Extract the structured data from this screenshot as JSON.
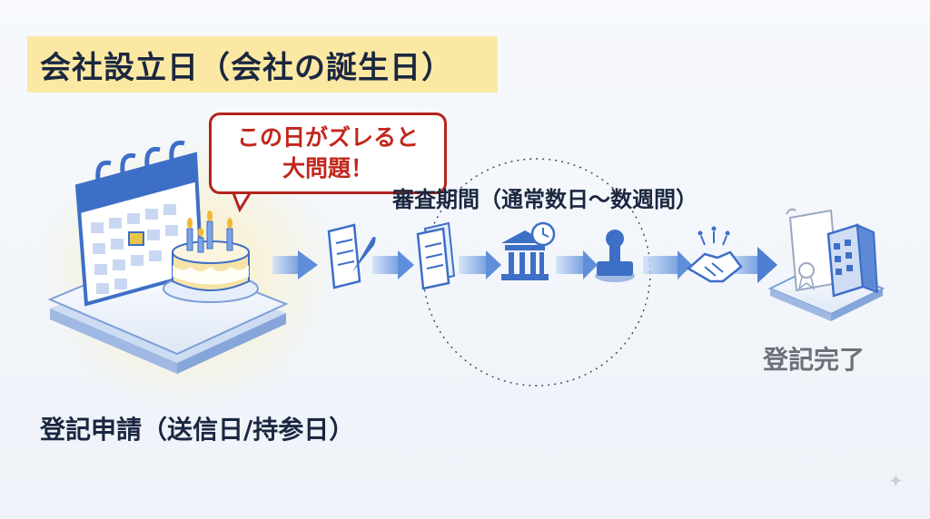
{
  "title": "会社設立日（会社の誕生日）",
  "callout": {
    "line1": "この日がズレると",
    "line2": "大問題！"
  },
  "review_period_label": "審査期間（通常数日〜数週間）",
  "application_label": "登記申請（送信日/持参日）",
  "completion_label": "登記完了",
  "colors": {
    "highlight": "#fbe9a3",
    "callout_border": "#b3241b",
    "callout_text": "#c1271c",
    "flow_blue": "#4f7fd1",
    "completion_text": "#6d7078"
  },
  "process_icons": [
    "document-quill-icon",
    "stacked-documents-icon",
    "courthouse-clock-icon",
    "stamp-icon",
    "handshake-icon"
  ]
}
